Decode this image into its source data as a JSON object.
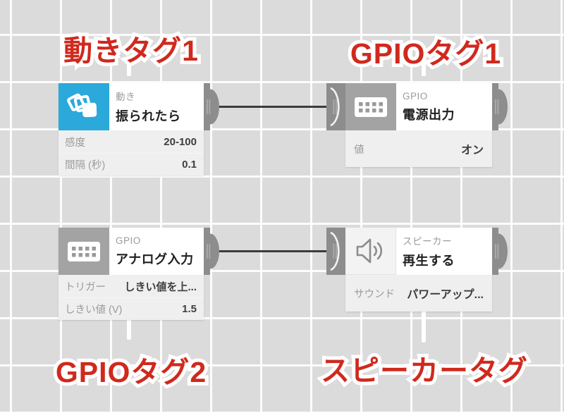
{
  "colors": {
    "background": "#dbdbdb",
    "grid_line": "#ffffff",
    "accent_blue": "#2aa9da",
    "annotation_red": "#d0291d",
    "connector_gray": "#8d8d8d",
    "node_body_gray": "#efefef"
  },
  "nodes": [
    {
      "id": "motion",
      "category": "動き",
      "name": "振られたら",
      "icon": "motion-icon",
      "icon_color": "#2aa9da",
      "properties": [
        {
          "label": "感度",
          "value": "20-100"
        },
        {
          "label": "間隔 (秒)",
          "value": "0.1"
        }
      ],
      "has_input": false,
      "has_output": true
    },
    {
      "id": "gpio-power-output",
      "category": "GPIO",
      "name": "電源出力",
      "icon": "gpio-pins-icon",
      "icon_color": "#a3a3a3",
      "properties": [
        {
          "label": "値",
          "value": "オン"
        }
      ],
      "has_input": true,
      "has_output": true
    },
    {
      "id": "gpio-analog-input",
      "category": "GPIO",
      "name": "アナログ入力",
      "icon": "gpio-pins-icon",
      "icon_color": "#a3a3a3",
      "properties": [
        {
          "label": "トリガー",
          "value": "しきい値を上..."
        },
        {
          "label": "しきい値 (V)",
          "value": "1.5"
        }
      ],
      "has_input": false,
      "has_output": true
    },
    {
      "id": "speaker-play",
      "category": "スピーカー",
      "name": "再生する",
      "icon": "speaker-icon",
      "icon_color": "#f3f3f3",
      "properties": [
        {
          "label": "サウンド",
          "value": "パワーアップ..."
        }
      ],
      "has_input": true,
      "has_output": true
    }
  ],
  "connections": [
    {
      "from": "振られたら",
      "to": "電源出力"
    },
    {
      "from": "アナログ入力",
      "to": "再生する"
    }
  ],
  "annotations": [
    {
      "text": "動きタグ1",
      "target": "振られたら"
    },
    {
      "text": "GPIOタグ1",
      "target": "電源出力"
    },
    {
      "text": "GPIOタグ2",
      "target": "アナログ入力"
    },
    {
      "text": "スピーカータグ",
      "target": "再生する"
    }
  ]
}
